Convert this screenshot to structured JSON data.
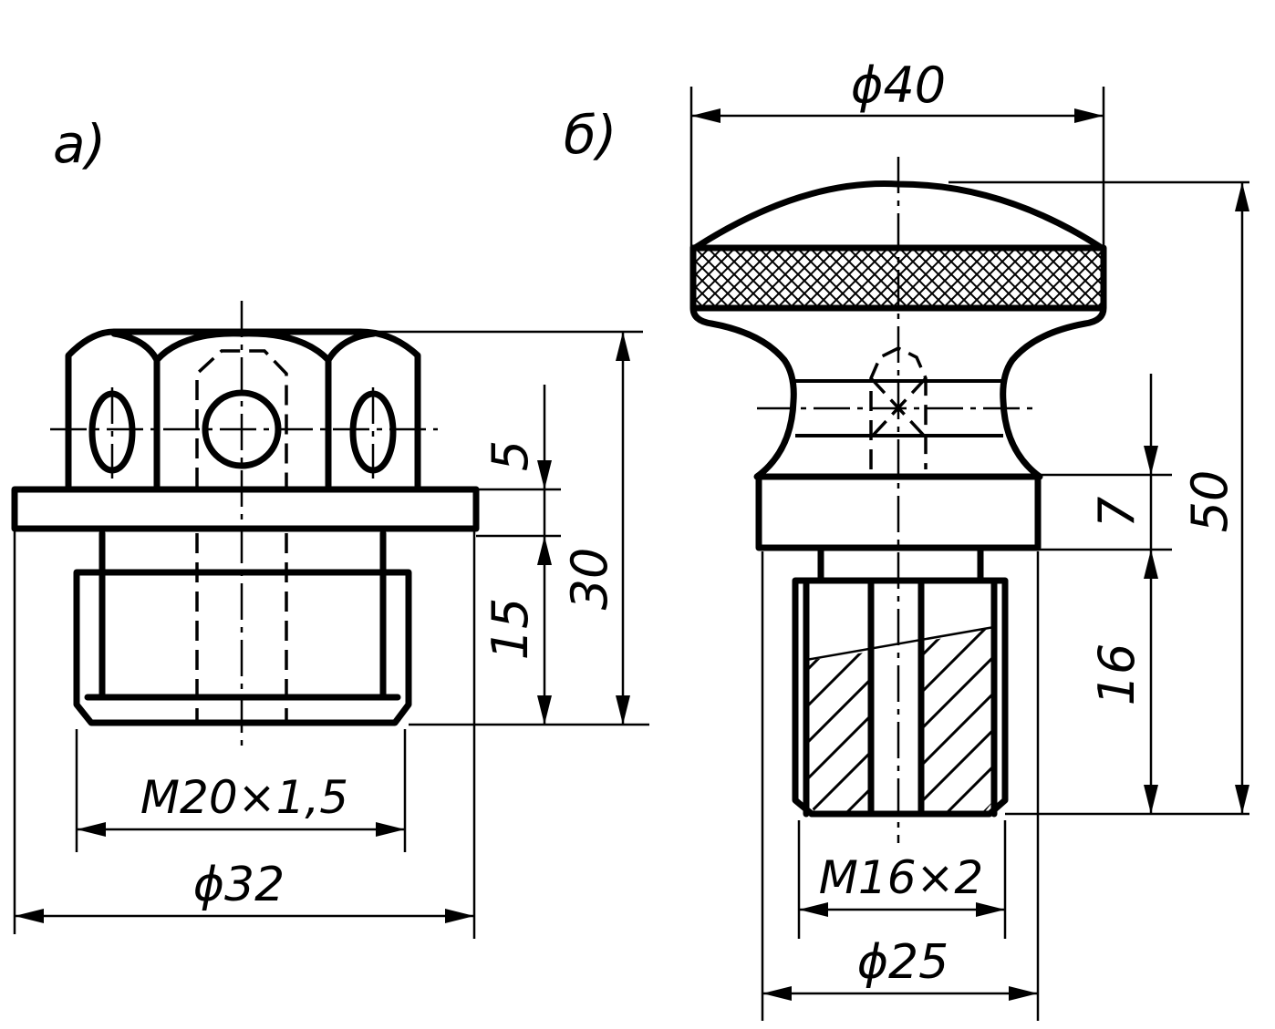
{
  "views": {
    "a": {
      "label": "a)",
      "dims": {
        "d5": "5",
        "d15": "15",
        "d30": "30",
        "thread": "M20×1,5",
        "diam": "ϕ32"
      }
    },
    "b": {
      "label": "б)",
      "dims": {
        "diam_top": "ϕ40",
        "d7": "7",
        "d16": "16",
        "d50": "50",
        "thread": "M16×2",
        "diam_bottom": "ϕ25"
      }
    }
  }
}
